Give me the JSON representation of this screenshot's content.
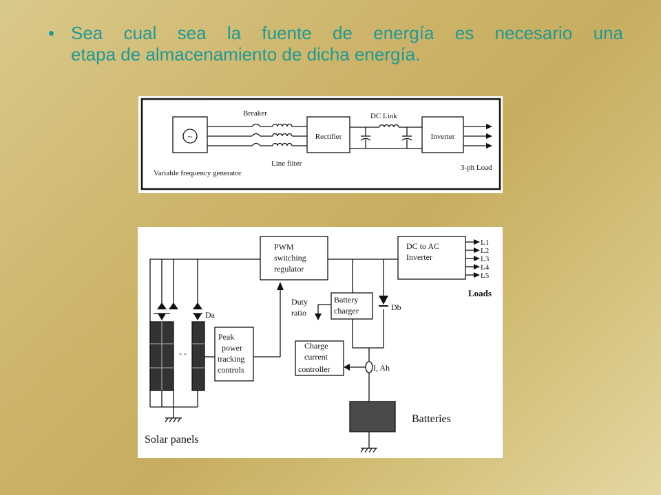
{
  "slide": {
    "bullet_char": "•",
    "line1": "Sea cual sea la fuente de energía es necesario una",
    "line2": "etapa de almacenamiento de dicha energía."
  },
  "diagram_top": {
    "tilde": "~",
    "breaker": "Breaker",
    "dc_link": "DC Link",
    "rectifier": "Rectifier",
    "inverter": "Inverter",
    "line_filter": "Line filter",
    "generator": "Variable frequency generator",
    "load": "3-ph Load"
  },
  "diagram_bottom": {
    "pwm": [
      "PWM",
      "switching",
      "regulator"
    ],
    "inverter": [
      "DC to AC",
      "Inverter"
    ],
    "loads_lines": [
      "L1",
      "L2",
      "L3",
      "L4",
      "L5"
    ],
    "loads": "Loads",
    "duty": [
      "Duty",
      "ratio"
    ],
    "charger": [
      "Battery",
      "charger"
    ],
    "db": "Db",
    "da": "Da",
    "peak": [
      "Peak",
      "power",
      "tracking",
      "controls"
    ],
    "charge_ctrl": [
      "Charge",
      "current",
      "controller"
    ],
    "meter": "I, Ah",
    "dashes": "- -",
    "batteries": "Batteries",
    "solar": "Solar panels"
  }
}
